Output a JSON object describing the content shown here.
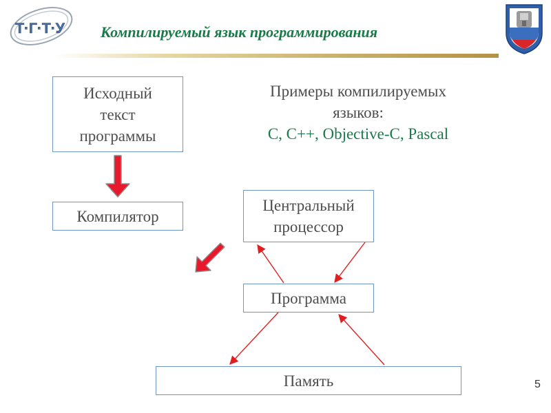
{
  "header": {
    "logo_text": "Т·Г·Т·У",
    "title": "Компилируемый язык программирования"
  },
  "diagram": {
    "source_lines": [
      "Исходный",
      "текст",
      "программы"
    ],
    "compiler": "Компилятор",
    "cpu_lines": [
      "Центральный",
      "процессор"
    ],
    "program": "Программа",
    "memory": "Память"
  },
  "examples": {
    "heading_lines": [
      "Примеры компилируемых",
      "языков:"
    ],
    "languages": "C, C++, Objective-C, Pascal"
  },
  "slide_number": "5",
  "colors": {
    "title": "#1a7a4a",
    "box_border": "#6f96c8",
    "body_text": "#4d4d4d",
    "languages": "#1a7a4a",
    "big_arrow_fill": "#e8192c",
    "thin_arrow": "#e02020",
    "rule_gold": "#c9b06a"
  },
  "icons": {
    "logo": "university-logo-icon",
    "emblem": "university-emblem-icon"
  }
}
